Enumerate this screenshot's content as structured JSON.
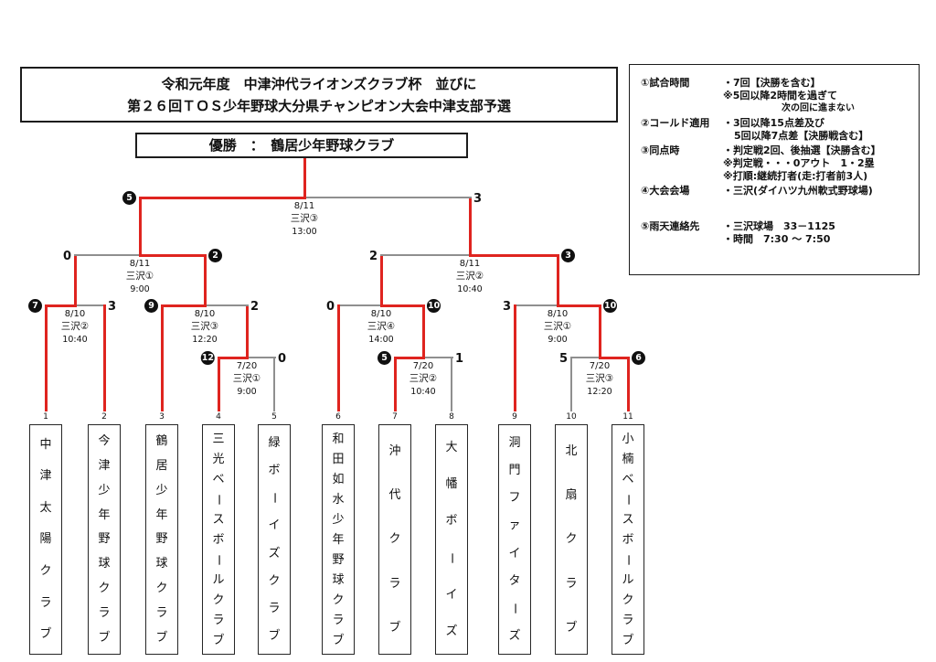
{
  "title_box": {
    "line1": "令和元年度　中津沖代ライオンズクラブ杯　並びに",
    "line2": "第２６回ＴＯＳ少年野球大分県チャンピオン大会中津支部予選"
  },
  "champion_box": {
    "text": "優勝　：　鶴居少年野球クラブ"
  },
  "rules_panel": {
    "items": [
      {
        "label": "①試合時間",
        "lines": [
          "・7回【決勝を含む】",
          "※5回以降2時間を過ぎて",
          "次の回に進まない"
        ]
      },
      {
        "label": "②コールド適用",
        "lines": [
          "・3回以降15点差及び",
          "5回以降7点差【決勝戦含む】"
        ]
      },
      {
        "label": "③同点時",
        "lines": [
          "・判定戦2回、後抽選【決勝含む】",
          "※判定戦・・・0アウト　1・2塁",
          "※打順:継続打者(走:打者前3人)"
        ]
      },
      {
        "label": "④大会会場",
        "lines": [
          "・三沢(ダイハツ九州軟式野球場)"
        ]
      },
      {
        "label": "⑤雨天連絡先",
        "lines": [
          "・三沢球場　33－1125",
          "・時間　7:30 ～ 7:50"
        ]
      }
    ]
  },
  "teams": [
    {
      "seed": "1",
      "name": "中津太陽クラブ"
    },
    {
      "seed": "2",
      "name": "今津少年野球クラブ"
    },
    {
      "seed": "3",
      "name": "鶴居少年野球クラブ"
    },
    {
      "seed": "4",
      "name": "三光ベースボールクラブ"
    },
    {
      "seed": "5",
      "name": "緑ボーイズクラブ"
    },
    {
      "seed": "6",
      "name": "和田如水少年野球クラブ"
    },
    {
      "seed": "7",
      "name": "沖代クラブ"
    },
    {
      "seed": "8",
      "name": "大幡ボーイズ"
    },
    {
      "seed": "9",
      "name": "洞門ファイターズ"
    },
    {
      "seed": "10",
      "name": "北扇クラブ"
    },
    {
      "seed": "11",
      "name": "小楠ベースボールクラブ"
    }
  ],
  "matches": [
    {
      "id": "r1a",
      "round": "round1",
      "date": "7/20",
      "venue": "三沢①",
      "time": "9:00",
      "left_team_seed": "4",
      "right_team_seed": "5",
      "left_score": "12",
      "right_score": "0",
      "winner": "left"
    },
    {
      "id": "r1b",
      "round": "round1",
      "date": "7/20",
      "venue": "三沢②",
      "time": "10:40",
      "left_team_seed": "7",
      "right_team_seed": "8",
      "left_score": "5",
      "right_score": "1",
      "winner": "left"
    },
    {
      "id": "r1c",
      "round": "round1",
      "date": "7/20",
      "venue": "三沢③",
      "time": "12:20",
      "left_team_seed": "10",
      "right_team_seed": "11",
      "left_score": "5",
      "right_score": "6",
      "winner": "right"
    },
    {
      "id": "q1",
      "round": "quarter",
      "date": "8/10",
      "venue": "三沢②",
      "time": "10:40",
      "left_team_seed": "1",
      "right_team_seed": "2",
      "left_score": "7",
      "right_score": "3",
      "winner": "left"
    },
    {
      "id": "q2",
      "round": "quarter",
      "date": "8/10",
      "venue": "三沢③",
      "time": "12:20",
      "left_team_seed": "3",
      "right_team_seed": "4",
      "left_score": "9",
      "right_score": "2",
      "winner": "left"
    },
    {
      "id": "q3",
      "round": "quarter",
      "date": "8/10",
      "venue": "三沢④",
      "time": "14:00",
      "left_team_seed": "6",
      "right_team_seed": "7",
      "left_score": "0",
      "right_score": "10",
      "winner": "right"
    },
    {
      "id": "q4",
      "round": "quarter",
      "date": "8/10",
      "venue": "三沢①",
      "time": "9:00",
      "left_team_seed": "9",
      "right_team_seed": "11",
      "left_score": "3",
      "right_score": "10",
      "winner": "right"
    },
    {
      "id": "s1",
      "round": "semi",
      "date": "8/11",
      "venue": "三沢①",
      "time": "9:00",
      "left_team_seed": "1",
      "right_team_seed": "3",
      "left_score": "0",
      "right_score": "2",
      "winner": "right"
    },
    {
      "id": "s2",
      "round": "semi",
      "date": "8/11",
      "venue": "三沢②",
      "time": "10:40",
      "left_team_seed": "7",
      "right_team_seed": "11",
      "left_score": "2",
      "right_score": "3",
      "winner": "right"
    },
    {
      "id": "f",
      "round": "final",
      "date": "8/11",
      "venue": "三沢③",
      "time": "13:00",
      "left_team_seed": "3",
      "right_team_seed": "11",
      "left_score": "5",
      "right_score": "3",
      "winner": "left"
    }
  ],
  "colors": {
    "winner_path": "#df241f",
    "line_gray": "#8f8f8f",
    "border": "#1c1c1c"
  }
}
